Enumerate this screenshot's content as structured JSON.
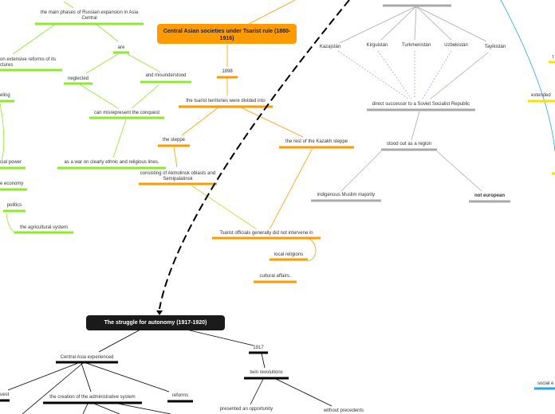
{
  "colors": {
    "green": "#8ee82c",
    "orange": "#ff9b00",
    "grey": "#aaaaaa",
    "purple": "#b39ddb",
    "black": "#000000",
    "blue": "#29a8e0",
    "yellow": "#f2e600"
  },
  "titles": {
    "tsarist": "Central Asian societies under Tsarist rule (1880-1916)",
    "struggle": "The struggle for autonomy (1917-1920)"
  },
  "green": {
    "phases": "the main phases of Russian expansion in Asia Central",
    "reforms": "on extensive reforms of its ctures",
    "are": "are",
    "neglected": "neglected",
    "misunderstood": "and misunderstood",
    "eling": "eling",
    "misrepresent": "can misrepresent the conquest",
    "war": "as a war on clearly ethnic and religious lines.",
    "power": "cial power",
    "economy": "e economy",
    "politics": "politics",
    "agri": "the agricultural system"
  },
  "orange": {
    "y1898": "1898",
    "divided": "the tsarist territories were divided into",
    "steppe": "the steppe",
    "rest": "the rest of the Kazakh steppe",
    "akmolinsk": "consisting of Akmolinsk oblasts and Semipalatinsk",
    "officials": "Tsarist officials generally did not intervene in",
    "religions": "local religions",
    "cultural": "cultural affairs."
  },
  "grey": {
    "kazakh": "Kazajstán",
    "kirg": "Kirguistán",
    "turk": "Turkmenistán",
    "uzbek": "Uzbekistán",
    "tayik": "Tayikistán",
    "successor": "direct successor to a Soviet Socialist Republic",
    "stood": "stood out as a region",
    "muslim": "indigenous Muslim majority",
    "noteuro": "not european"
  },
  "black": {
    "experienced": "Central Asia experienced",
    "y1917": "1917",
    "twin": "twin revolutions",
    "quest": "uest",
    "creation": "the creation of the administrative system",
    "reforms": "reforms",
    "opportunity": "presented an opportunity",
    "precedents": "without precedents"
  },
  "right": {
    "t": "t",
    "extended": "extended",
    "social": "social e"
  }
}
